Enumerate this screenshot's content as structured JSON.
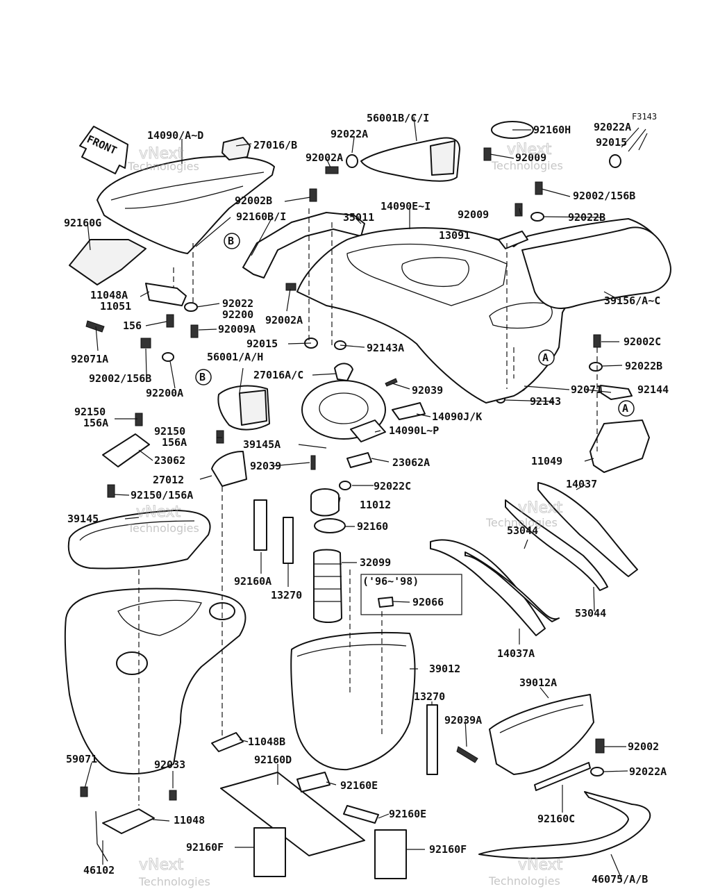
{
  "figure_code": "F3143",
  "front_label": "FRONT",
  "note": "('96~'98)",
  "callouts": [
    "A",
    "B"
  ],
  "watermark": [
    "vNext",
    "Technologies"
  ],
  "labels": [
    "56001B/C/I",
    "92160H",
    "92022A",
    "92015",
    "14090/A~D",
    "27016/B",
    "92022A",
    "92009",
    "92002A",
    "92002/156B",
    "92002B",
    "35011",
    "14090E~I",
    "92009",
    "92022B",
    "92160G",
    "92160B/I",
    "13091",
    "39156/A~C",
    "11048A",
    "11051",
    "92022",
    "92200",
    "92002A",
    "156",
    "92009A",
    "92015",
    "92143A",
    "92071A",
    "92002C",
    "92002/156B",
    "92200A",
    "92022B",
    "56001/A/H",
    "27016A/C",
    "92039",
    "92071",
    "92144",
    "92143",
    "92150",
    "156A",
    "14090J/K",
    "92150",
    "156A",
    "39145A",
    "14090L~P",
    "23062",
    "11049",
    "27012",
    "92039",
    "23062A",
    "14037",
    "92150/156A",
    "92022C",
    "11012",
    "39145",
    "92160",
    "53044",
    "32099",
    "92160A",
    "13270",
    "92066",
    "53044",
    "14037A",
    "39012",
    "39012A",
    "13270",
    "92039A",
    "59071",
    "92033",
    "92160D",
    "92002",
    "92022A",
    "11048B",
    "92160E",
    "92160E",
    "11048",
    "92160C",
    "92160F",
    "92160F",
    "46102",
    "46075/A/B"
  ]
}
